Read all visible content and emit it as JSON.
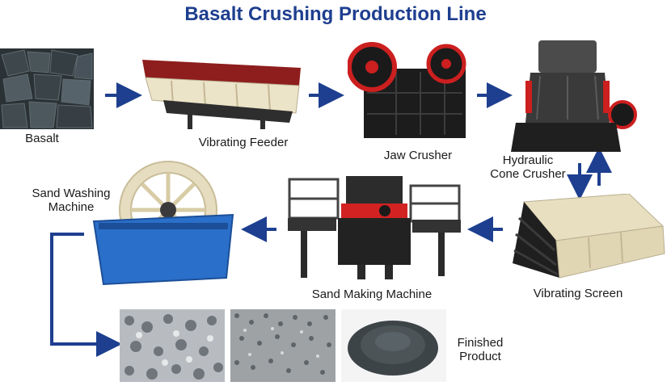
{
  "title": "Basalt Crushing Production Line",
  "colors": {
    "title": "#1e3f8f",
    "arrow": "#1e3f8f",
    "feeder": "#ece4c8",
    "jaw": "#1c1c1c",
    "cone": "#3a3a3a",
    "screen_frame": "#e8dfc0",
    "washer_tank": "#2a6fc9",
    "washer_wheel": "#e6dcc0",
    "sand_maker": "#222222"
  },
  "steps": [
    {
      "label": "Basalt",
      "image": "basalt-rocks"
    },
    {
      "label": "Vibrating Feeder",
      "image": "vibrating-feeder"
    },
    {
      "label": "Jaw Crusher",
      "image": "jaw-crusher"
    },
    {
      "label": "Hydraulic\nCone Crusher",
      "image": "hydraulic-cone-crusher"
    },
    {
      "label": "Vibrating Screen",
      "image": "vibrating-screen"
    },
    {
      "label": "Sand Making Machine",
      "image": "sand-making-machine"
    },
    {
      "label": "Sand Washing\nMachine",
      "image": "sand-washing-machine"
    },
    {
      "label": "Finished\nProduct",
      "image": "finished-product"
    }
  ],
  "products": [
    "coarse-gravel",
    "fine-gravel",
    "black-sand"
  ]
}
